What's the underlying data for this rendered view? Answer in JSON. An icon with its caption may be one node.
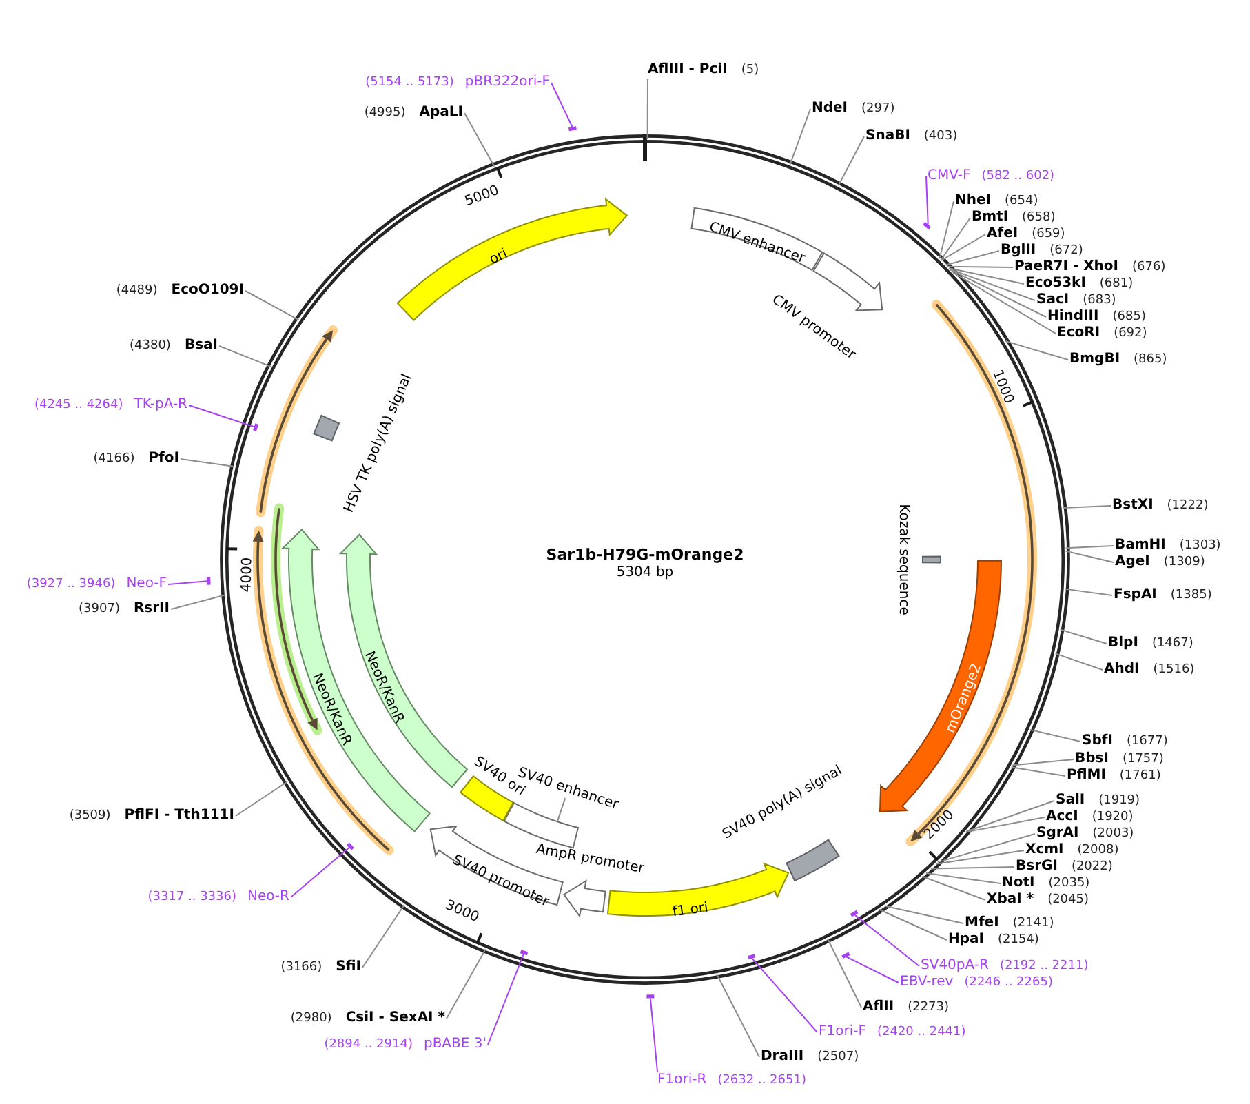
{
  "diagram": {
    "title": "Sar1b-H79G-mOrange2",
    "nodes": [
      {
        "text": [
          "AflIII - PciI",
          "(5)"
        ]
      },
      {
        "text": [
          "NdeI",
          "(297)"
        ]
      },
      {
        "text": [
          "SnaBI",
          "(403)"
        ]
      },
      {
        "text": [
          "CMV-F",
          "(582 .. 602)"
        ]
      },
      {
        "text": [],
        "shape": "bar"
      },
      {
        "text": [
          "NheI",
          "(654)"
        ]
      },
      {
        "text": [
          "BmtI",
          "(658)"
        ]
      },
      {
        "text": [
          "AfeI",
          "(659)"
        ]
      },
      {
        "text": [
          "BglII",
          "(672)"
        ]
      },
      {
        "text": [
          "PaeR7I - XhoI",
          "(676)"
        ]
      },
      {
        "text": [
          "Eco53kI",
          "(681)"
        ]
      },
      {
        "text": [
          "SacI",
          "(683)"
        ]
      },
      {
        "text": [
          "HindIII",
          "(685)"
        ]
      },
      {
        "text": [
          "EcoRI",
          "(692)"
        ]
      },
      {
        "text": [
          "BmgBI",
          "(865)"
        ]
      },
      {
        "text": [
          "BstXI",
          "(1222)"
        ]
      },
      {
        "text": [
          "BamHI",
          "(1303)"
        ]
      },
      {
        "text": [
          "AgeI",
          "(1309)"
        ]
      },
      {
        "text": [
          "FspAI",
          "(1385)"
        ]
      },
      {
        "text": [
          "BlpI",
          "(1467)"
        ]
      },
      {
        "text": [
          "AhdI",
          "(1516)"
        ]
      },
      {
        "text": [
          "SbfI",
          "(1677)"
        ]
      },
      {
        "text": [
          "BbsI",
          "(1757)"
        ]
      },
      {
        "text": [
          "PflMI",
          "(1761)"
        ]
      },
      {
        "text": [
          "SalI",
          "(1919)"
        ]
      },
      {
        "text": [
          "AccI",
          "(1920)"
        ]
      },
      {
        "text": [
          "SgrAI",
          "(2003)"
        ]
      },
      {
        "text": [
          "XcmI",
          "(2008)"
        ]
      },
      {
        "text": [
          "BsrGI",
          "(2022)"
        ]
      },
      {
        "text": [
          "NotI",
          "(2035)"
        ]
      },
      {
        "text": [
          "XbaI *",
          "(2045)"
        ]
      },
      {
        "text": [
          "MfeI",
          "(2141)"
        ]
      },
      {
        "text": [
          "HpaI",
          "(2154)"
        ]
      },
      {
        "text": [
          "SV40pA-R",
          "(2192 .. 2211)"
        ]
      },
      {
        "text": [],
        "shape": "bar"
      },
      {
        "text": [
          "EBV-rev",
          "(2246 .. 2265)"
        ]
      },
      {
        "text": [],
        "shape": "bar"
      },
      {
        "text": [
          "AflII",
          "(2273)"
        ]
      },
      {
        "text": [
          "F1ori-F",
          "(2420 .. 2441)"
        ]
      },
      {
        "text": [],
        "shape": "bar"
      },
      {
        "text": [
          "DraIII",
          "(2507)"
        ]
      },
      {
        "text": [
          "F1ori-R",
          "(2632 .. 2651)"
        ]
      },
      {
        "text": [],
        "shape": "bar"
      },
      {
        "text": [
          "(2894 .. 2914)",
          "pBABE 3'"
        ]
      },
      {
        "text": [],
        "shape": "bar"
      },
      {
        "text": [
          "(2980)",
          "CsiI - SexAI *"
        ]
      },
      {
        "text": [
          "(3166)",
          "SfiI"
        ]
      },
      {
        "text": [
          "(3317 .. 3336)",
          "Neo-R"
        ]
      },
      {
        "text": [],
        "shape": "bar"
      },
      {
        "text": [
          "(3509)",
          "PflFI - Tth111I"
        ]
      },
      {
        "text": [
          "(3907)",
          "RsrII"
        ]
      },
      {
        "text": [
          "(3927 .. 3946)",
          "Neo-F"
        ]
      },
      {
        "text": [],
        "shape": "bar"
      },
      {
        "text": [
          "(4166)",
          "PfoI"
        ]
      },
      {
        "text": [
          "(4245 .. 4264)",
          "TK-pA-R"
        ]
      },
      {
        "text": [],
        "shape": "bar"
      },
      {
        "text": [
          "(4380)",
          "BsaI"
        ]
      },
      {
        "text": [
          "(4489)",
          "EcoO109I"
        ]
      },
      {
        "text": [
          "(4995)",
          "ApaLI"
        ]
      },
      {
        "text": [
          "(5154 .. 5173)",
          "pBR322ori-F"
        ]
      },
      {
        "text": [],
        "shape": "bar"
      },
      {
        "text": [
          "ori"
        ]
      },
      {
        "text": [
          "CMV enhancer"
        ]
      },
      {
        "text": [
          "CMV promoter"
        ]
      },
      {
        "text": [
          "Kozak sequence"
        ]
      },
      {
        "text": [
          "mOrange2"
        ]
      },
      {
        "text": [
          "SV40 poly(A) signal"
        ]
      },
      {
        "text": [
          "f1 ori"
        ]
      },
      {
        "text": [
          "AmpR promoter"
        ]
      },
      {
        "text": [
          "SV40 enhancer"
        ]
      },
      {
        "text": [],
        "shape": "box"
      },
      {
        "text": [
          "SV40 promoter"
        ]
      },
      {
        "text": [
          "SV40 ori"
        ]
      },
      {
        "text": [
          "NeoR/KanR"
        ]
      },
      {
        "text": [
          "NeoR/KanR"
        ]
      },
      {
        "text": [
          "HSV TK poly(A) signal"
        ]
      }
    ],
    "edges": [
      {
        "from": 0,
        "to": null,
        "arrow": "none"
      },
      {
        "from": 1,
        "to": null,
        "arrow": "none"
      },
      {
        "from": 2,
        "to": null,
        "arrow": "none"
      },
      {
        "from": 3,
        "to": 4,
        "arrow": "none",
        "color": "#a642f4"
      },
      {
        "from": 5,
        "to": null,
        "arrow": "none"
      },
      {
        "from": 6,
        "to": null,
        "arrow": "none"
      },
      {
        "from": 7,
        "to": null,
        "arrow": "none"
      },
      {
        "from": 8,
        "to": null,
        "arrow": "none"
      },
      {
        "from": 9,
        "to": null,
        "arrow": "none"
      },
      {
        "from": 10,
        "to": null,
        "arrow": "none"
      },
      {
        "from": 11,
        "to": null,
        "arrow": "none"
      },
      {
        "from": 12,
        "to": null,
        "arrow": "none"
      },
      {
        "from": 13,
        "to": null,
        "arrow": "none"
      },
      {
        "from": 14,
        "to": null,
        "arrow": "none"
      },
      {
        "from": 15,
        "to": null,
        "arrow": "none"
      },
      {
        "from": 16,
        "to": null,
        "arrow": "none"
      },
      {
        "from": 17,
        "to": null,
        "arrow": "none"
      },
      {
        "from": 18,
        "to": null,
        "arrow": "none"
      },
      {
        "from": 19,
        "to": null,
        "arrow": "none"
      },
      {
        "from": 20,
        "to": null,
        "arrow": "none"
      },
      {
        "from": 21,
        "to": null,
        "arrow": "none"
      },
      {
        "from": 22,
        "to": null,
        "arrow": "none"
      },
      {
        "from": 23,
        "to": null,
        "arrow": "none"
      },
      {
        "from": 24,
        "to": null,
        "arrow": "none"
      },
      {
        "from": 25,
        "to": null,
        "arrow": "none"
      },
      {
        "from": 26,
        "to": null,
        "arrow": "none"
      },
      {
        "from": 27,
        "to": null,
        "arrow": "none"
      },
      {
        "from": 28,
        "to": null,
        "arrow": "none"
      },
      {
        "from": 29,
        "to": null,
        "arrow": "none"
      },
      {
        "from": 30,
        "to": null,
        "arrow": "none"
      },
      {
        "from": 31,
        "to": null,
        "arrow": "none"
      },
      {
        "from": 32,
        "to": null,
        "arrow": "none"
      },
      {
        "from": 33,
        "to": 34,
        "arrow": "none",
        "color": "#a642f4"
      },
      {
        "from": 35,
        "to": 36,
        "arrow": "none",
        "color": "#a642f4"
      },
      {
        "from": 37,
        "to": null,
        "arrow": "none"
      },
      {
        "from": 38,
        "to": 39,
        "arrow": "none",
        "color": "#a642f4"
      },
      {
        "from": 40,
        "to": null,
        "arrow": "none"
      },
      {
        "from": 41,
        "to": 42,
        "arrow": "none",
        "color": "#a642f4"
      },
      {
        "from": 43,
        "to": 44,
        "arrow": "none",
        "color": "#a642f4"
      },
      {
        "from": 45,
        "to": null,
        "arrow": "none"
      },
      {
        "from": 46,
        "to": null,
        "arrow": "none"
      },
      {
        "from": 47,
        "to": 48,
        "arrow": "none",
        "color": "#a642f4"
      },
      {
        "from": 49,
        "to": null,
        "arrow": "none"
      },
      {
        "from": 50,
        "to": null,
        "arrow": "none"
      },
      {
        "from": 51,
        "to": 52,
        "arrow": "none",
        "color": "#a642f4"
      },
      {
        "from": 53,
        "to": null,
        "arrow": "none"
      },
      {
        "from": 54,
        "to": 55,
        "arrow": "none",
        "color": "#a642f4"
      },
      {
        "from": 56,
        "to": null,
        "arrow": "none"
      },
      {
        "from": 57,
        "to": null,
        "arrow": "none"
      },
      {
        "from": 58,
        "to": null,
        "arrow": "none"
      },
      {
        "from": 59,
        "to": 60,
        "arrow": "none",
        "color": "#a642f4"
      },
      {
        "from": 69,
        "to": 70,
        "arrow": "none"
      }
    ],
    "labels": [
      "5304 bp",
      "1000",
      "2000",
      "3000",
      "4000",
      "5000"
    ]
  }
}
